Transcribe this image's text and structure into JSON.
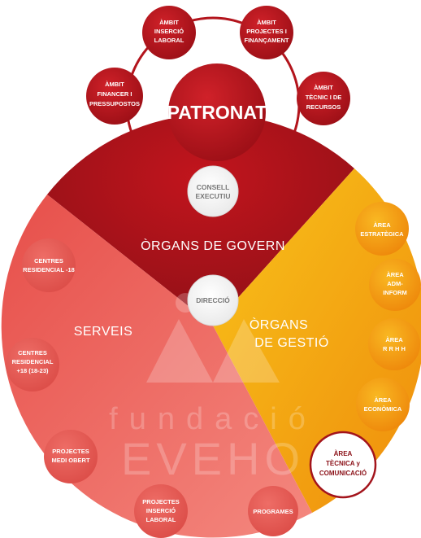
{
  "top_nodes": {
    "patronat": "PATRONAT",
    "insercio_laboral": [
      "ÀMBIT",
      "INSERCIÓ",
      "LABORAL"
    ],
    "projectes_financament": [
      "ÀMBIT",
      "PROJECTES I",
      "FINANÇAMENT"
    ],
    "financer": [
      "ÀMBIT",
      "FINANCER I",
      "PRESSUPOSTOS"
    ],
    "tecnic": [
      "ÀMBIT",
      "TÈCNIC I DE",
      "RECURSOS"
    ]
  },
  "center": {
    "consell_executiu": [
      "CONSELL",
      "EXECUTIU"
    ],
    "direccio": "DIRECCIÓ"
  },
  "sectors": {
    "govern": "ÒRGANS DE GOVERN",
    "gestio": [
      "ÒRGANS",
      "DE GESTIÓ"
    ],
    "serveis": "SERVEIS"
  },
  "gestio_nodes": {
    "estrategica": [
      "ÀREA",
      "ESTRATÈGICA"
    ],
    "adm_inform": [
      "ÀREA",
      "ADM-",
      "INFORM"
    ],
    "rrhh": [
      "ÀREA",
      "R R H H"
    ],
    "economica": [
      "ÀREA",
      "ECONÒMICA"
    ],
    "tecnica_comunicacio": [
      "ÀREA",
      "TÈCNICA y",
      "COMUNICACIÓ"
    ]
  },
  "serveis_nodes": {
    "centres_menors": [
      "CENTRES",
      "RESIDENCIAL -18"
    ],
    "centres_majors": [
      "CENTRES",
      "RESIDENCIAL",
      "+18 (18-23)"
    ],
    "medi_obert": [
      "PROJECTES",
      "MEDI OBERT"
    ],
    "insercio": [
      "PROJECTES",
      "INSERCIÓ",
      "LABORAL"
    ],
    "programes": "PROGRAMES"
  },
  "watermark": {
    "line1": "fundació",
    "line2": "EVEHO"
  },
  "colors": {
    "govern": "#a3141c",
    "gestio": "#f5a10f",
    "serveis": "#ec6a63",
    "top_node": "#b3141c",
    "white": "#ffffff"
  }
}
